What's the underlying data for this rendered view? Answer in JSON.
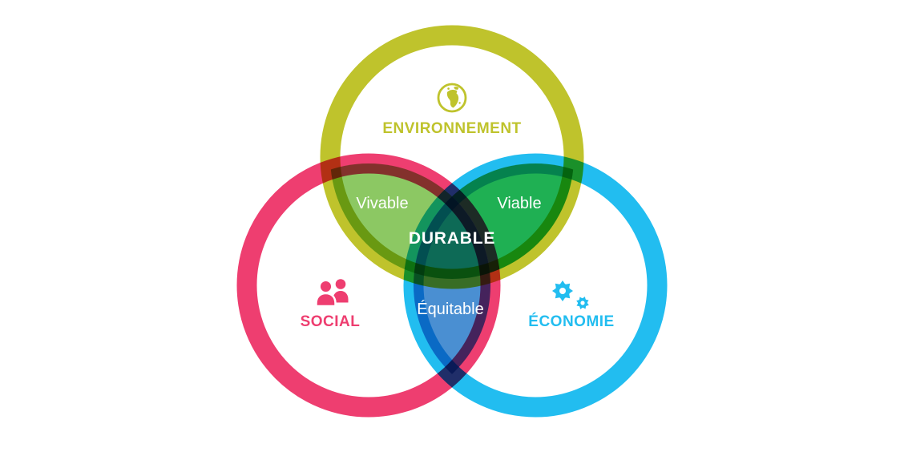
{
  "background_color": "#ffffff",
  "diagram": {
    "type": "venn",
    "circles": [
      {
        "label": "ENVIRONNEMENT",
        "color": "#bfc32c",
        "icon": "globe-icon"
      },
      {
        "label": "SOCIAL",
        "color": "#ee3e70",
        "icon": "people-icon"
      },
      {
        "label": "ÉCONOMIE",
        "color": "#22bdf0",
        "icon": "gears-icon"
      }
    ],
    "intersections": [
      {
        "label": "Vivable",
        "color": "#8cc863",
        "between": [
          "ENVIRONNEMENT",
          "SOCIAL"
        ]
      },
      {
        "label": "Viable",
        "color": "#1fb053",
        "between": [
          "ENVIRONNEMENT",
          "ÉCONOMIE"
        ]
      },
      {
        "label": "Équitable",
        "color": "#4a8fd2",
        "between": [
          "SOCIAL",
          "ÉCONOMIE"
        ]
      },
      {
        "label": "DURABLE",
        "color": "#0d6a56",
        "between": [
          "ENVIRONNEMENT",
          "SOCIAL",
          "ÉCONOMIE"
        ]
      }
    ],
    "intersection_text_color": "#ffffff"
  }
}
